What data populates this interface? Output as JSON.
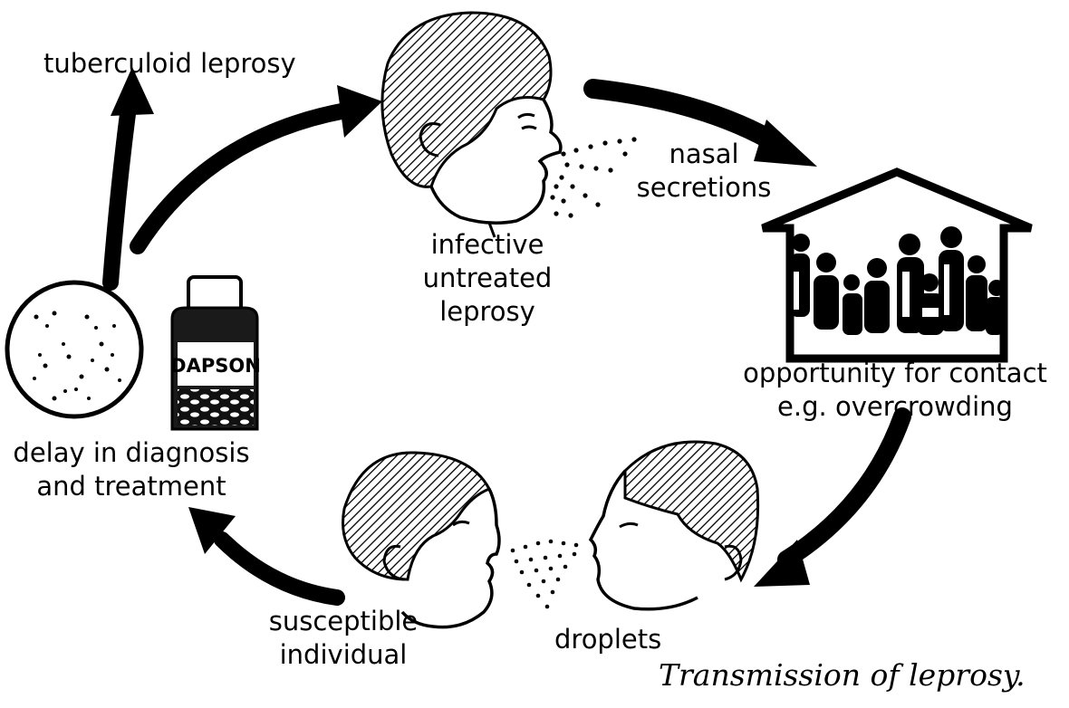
{
  "labels": {
    "tuberculoid": "tuberculoid leprosy",
    "infective": [
      "infective",
      "untreated",
      "leprosy"
    ],
    "nasal": [
      "nasal",
      "secretions"
    ],
    "opportunity": [
      "opportunity for contact",
      "e.g. overcrowding"
    ],
    "droplets": "droplets",
    "susceptible": [
      "susceptible",
      "individual"
    ],
    "delay": [
      "delay in diagnosis",
      "and treatment"
    ],
    "bottle_label": "DAPSON"
  },
  "caption": "Transmission of leprosy.",
  "colors": {
    "ink": "#000000",
    "paper": "#ffffff",
    "bottle": "#1a1a1a"
  }
}
